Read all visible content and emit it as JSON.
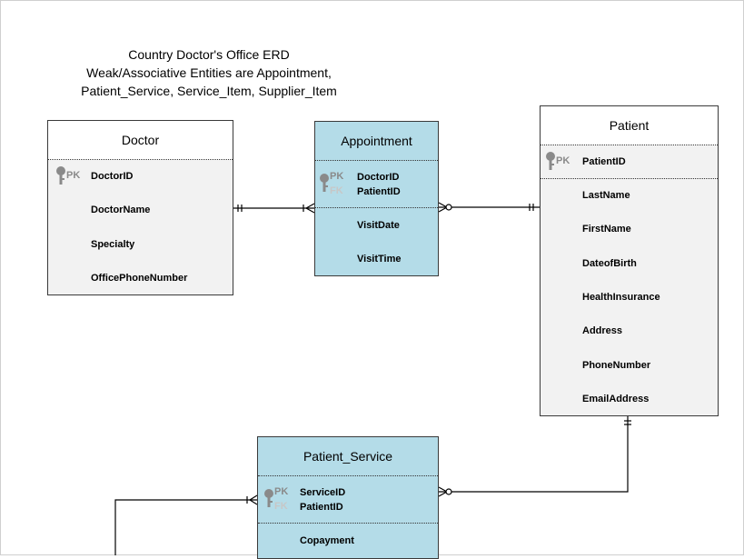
{
  "title": {
    "line1": "Country Doctor's Office ERD",
    "line2": "Weak/Associative Entities are Appointment,",
    "line3": "Patient_Service,  Service_Item, Supplier_Item"
  },
  "keys": {
    "pk": "PK",
    "fk": "FK"
  },
  "entities": {
    "doctor": {
      "name": "Doctor",
      "attrs": [
        "DoctorID",
        "DoctorName",
        "Specialty",
        "OfficePhoneNumber"
      ]
    },
    "appointment": {
      "name": "Appointment",
      "attrs": [
        "DoctorID",
        "PatientID",
        "VisitDate",
        "VisitTime"
      ]
    },
    "patient": {
      "name": "Patient",
      "attrs": [
        "PatientID",
        "LastName",
        "FirstName",
        "DateofBirth",
        "HealthInsurance",
        "Address",
        "PhoneNumber",
        "EmailAddress"
      ]
    },
    "patient_service": {
      "name": "Patient_Service",
      "attrs": [
        "ServiceID",
        "PatientID",
        "Copayment"
      ]
    }
  },
  "colors": {
    "associative_fill": "#b4dce8",
    "strong_body_fill": "#f2f2f2",
    "line": "#000000",
    "key_icon": "#8a8a8a"
  }
}
